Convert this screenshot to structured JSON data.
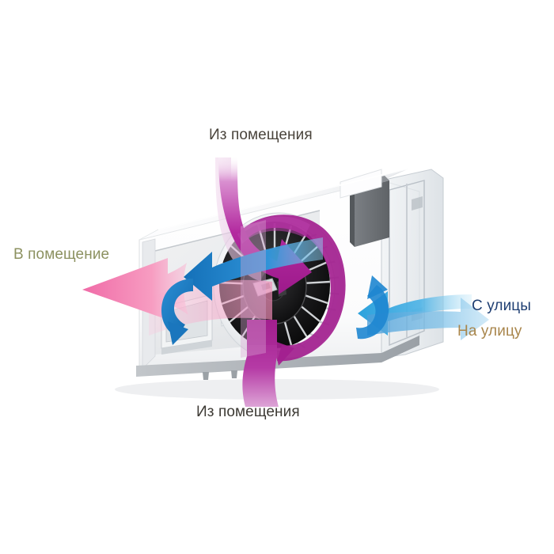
{
  "diagram": {
    "subject": "ventilation-unit-airflow-diagram",
    "device": {
      "name": "wall-mounted ventilation unit",
      "casing_color": "#ffffff",
      "base_shadow_color": "#a9adb1",
      "motor_box_color": "#6b6e72",
      "fan_color": "#1a1a1a"
    },
    "labels": {
      "top": "Из помещения",
      "left": "В помещение",
      "from_street": "С улицы",
      "to_street": "На улицу",
      "bottom": "Из помещения"
    },
    "label_colors": {
      "top": "#4a443c",
      "left": "#8c9160",
      "from_street": "#1f3f73",
      "to_street": "#a9864c",
      "bottom": "#3d3a34"
    },
    "flows": [
      {
        "id": "exhaust-from-room-top",
        "label": "Из помещения",
        "direction": "down-into-unit",
        "color": "#a31f8f",
        "color_light": "#d9a8d4",
        "icon": "down-arrow"
      },
      {
        "id": "supply-into-room-left",
        "label": "В помещение",
        "direction": "left-out-of-unit",
        "color": "#f27bb0",
        "color_light": "#f9c4da",
        "icon": "left-arrow"
      },
      {
        "id": "intake-from-street",
        "label": "С улицы",
        "direction": "left-into-unit",
        "color": "#1e86d0",
        "color_light": "#7fc6ec",
        "icon": "left-arrow"
      },
      {
        "id": "exhaust-to-street",
        "label": "На улицу",
        "direction": "right-out-of-unit",
        "color": "#3d8dd4",
        "color_light": "#9ecdee",
        "icon": "right-arrow"
      },
      {
        "id": "exhaust-from-room-bottom",
        "label": "Из помещения",
        "direction": "down-out-of-unit",
        "color": "#a31f8f",
        "color_light": "#cf93c9",
        "icon": "down-arrow"
      },
      {
        "id": "fan-rotation",
        "label": "",
        "direction": "clockwise-around-fan",
        "color": "#a31f8f",
        "color_light": "#c860b8",
        "icon": "curved-arrow"
      }
    ]
  }
}
